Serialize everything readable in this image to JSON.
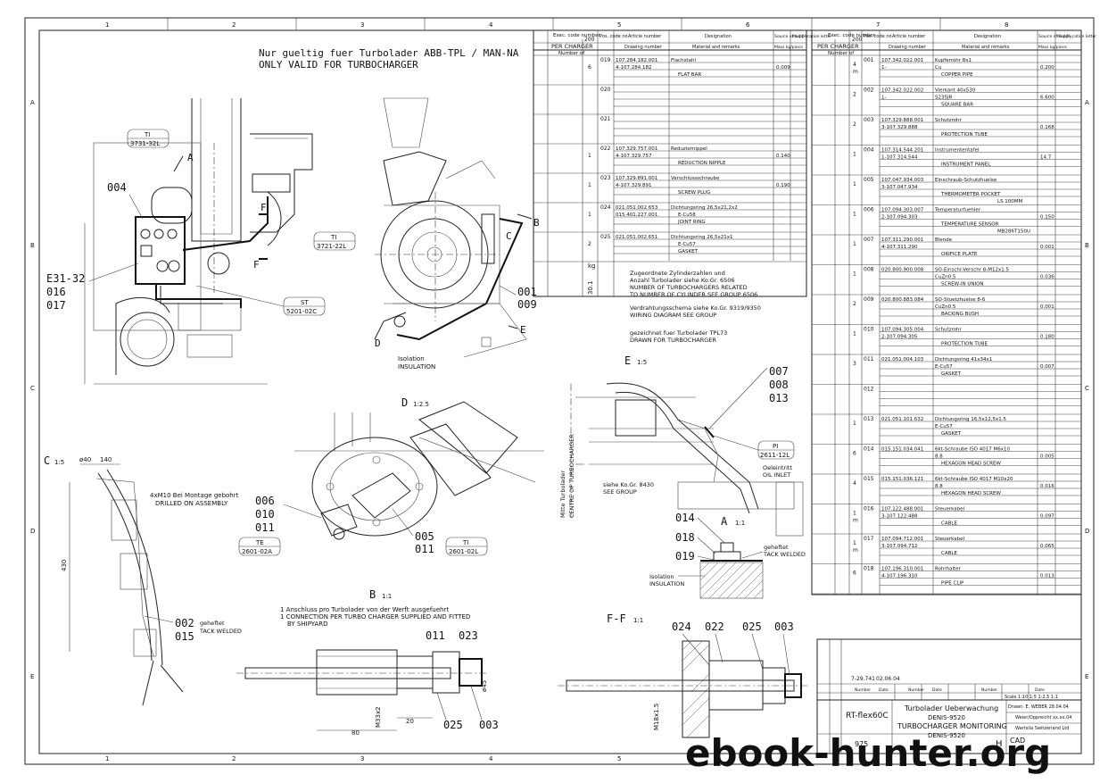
{
  "sheet": {
    "zones_top": [
      "1",
      "2",
      "3",
      "4",
      "5",
      "6",
      "7",
      "8"
    ],
    "zones_side": [
      "A",
      "B",
      "C",
      "D",
      "E"
    ]
  },
  "main_drawing": {
    "title_de": "Nur gueltig fuer Turbolader ABB-TPL / MAN-NA",
    "title_en": "ONLY VALID FOR TURBOCHARGER",
    "label_004": "004",
    "labels_left": [
      "E31-32",
      "016",
      "017"
    ],
    "ti_tag_1": [
      "TI",
      "3731-32L"
    ],
    "ti_tag_2": [
      "TI",
      "3721-22L"
    ],
    "st_tag": [
      "ST",
      "5201-02C"
    ],
    "marker_A": "A",
    "marker_F": "F",
    "marker_B": "B",
    "marker_C": "C",
    "marker_D": "D",
    "marker_E": "E",
    "labels_right": [
      "001",
      "009"
    ],
    "insulation": [
      "Isolation",
      "INSULATION"
    ]
  },
  "detail_C": {
    "title": "C",
    "scale": "1:5",
    "dims": [
      "140",
      "ø40",
      "430"
    ],
    "note_de": "4xM10 Bei Montage gebohrt",
    "note_en": "DRILLED ON ASSEMBLY",
    "labels": [
      "002",
      "015"
    ],
    "tack_de": "geheftet",
    "tack_en": "TACK WELDED"
  },
  "detail_D": {
    "title": "D",
    "scale": "1:2.5",
    "labels_left": [
      "006",
      "010",
      "011"
    ],
    "labels_right": [
      "005",
      "011"
    ],
    "te_tag": [
      "TE",
      "2601-02A"
    ],
    "ti_tag": [
      "TI",
      "2601-02L"
    ]
  },
  "detail_E": {
    "title": "E",
    "scale": "1:5",
    "labels": [
      "007",
      "008",
      "013"
    ],
    "pi_tag": [
      "PI",
      "2611-12L"
    ],
    "oil_de": "Oeleintritt",
    "oil_en": "OIL INLET",
    "ref_de": "siehe Ko.Gr. 8430",
    "ref_en": "SEE GROUP",
    "center_de": "Mitte Turbolader",
    "center_en": "CENTRE OF TURBOCHARGER"
  },
  "detail_A": {
    "title": "A",
    "scale": "1:1",
    "labels": [
      "014",
      "018",
      "019"
    ],
    "tack_de": "geheftet",
    "tack_en": "TACK WELDED",
    "insulation": [
      "Isolation",
      "INSULATION"
    ]
  },
  "detail_B": {
    "title": "B",
    "scale": "1:1",
    "note1": "1 Anschluss pro Turbolader von der Werft ausgefuehrt",
    "note2": "1 CONNECTION PER TURBO CHARGER SUPPLIED AND FITTED",
    "note3": "BY SHIPYARD",
    "labels_top": [
      "011",
      "023"
    ],
    "labels_bottom": [
      "025",
      "003"
    ],
    "dims": [
      "80",
      "20",
      "M33x2",
      "ø45"
    ]
  },
  "detail_F": {
    "title": "F-F",
    "scale": "1:1",
    "labels": [
      "024",
      "022",
      "025",
      "003"
    ],
    "dim": "M18x1.5"
  },
  "notes_mid": {
    "n1": "Zugeordnete Zylinderzahlen und",
    "n2": "Anzahl Turbolader siehe Ko.Gr. 6506",
    "n3": "NUMBER OF TURBOCHARGERS RELATED",
    "n4": "TO NUMBER OF CYLINDER SEE GROUP 6506",
    "n5": "Verdrahtungsschema siehe Ko.Gr. 9319/9350",
    "n6": "WIRING DIAGRAM SEE GROUP",
    "n7": "gezeichnet fuer Turbolader TPL73",
    "n8": "DRAWN FOR TURBOCHARGER",
    "kg": "kg",
    "weight": "30.1"
  },
  "bom_header": {
    "exec": "Exec. code number",
    "num200": "200",
    "per_charger": "PER CHARGER",
    "number_of": "Number of",
    "pos": "Pos. code no",
    "article": "Article number",
    "drawing": "Drawing number",
    "designation": "Designation",
    "material": "Material and remarks",
    "source": "Source of supply",
    "mass": "Mass kg/piece",
    "modif": "Modifi- cation letter"
  },
  "bom_left": [
    {
      "qty": "6",
      "pos": "019",
      "art": "107.284.182.001",
      "drw": "4-107.284.182",
      "des": "Flachstahl",
      "mat": "",
      "rem": "FLAT BAR",
      "mass": "0.009"
    },
    {
      "qty": "",
      "pos": "020",
      "art": "",
      "drw": "",
      "des": "",
      "mat": "",
      "rem": "",
      "mass": ""
    },
    {
      "qty": "",
      "pos": "021",
      "art": "",
      "drw": "",
      "des": "",
      "mat": "",
      "rem": "",
      "mass": ""
    },
    {
      "qty": "1",
      "pos": "022",
      "art": "107.329.757.001",
      "drw": "4-107.329.757",
      "des": "Reduziernippel",
      "mat": "",
      "rem": "REDUCTION NIPPLE",
      "mass": "0.140"
    },
    {
      "qty": "1",
      "pos": "023",
      "art": "107.329.891.001",
      "drw": "4-107.329.891",
      "des": "Verschlussschraube",
      "mat": "",
      "rem": "SCREW PLUG",
      "mass": "0.190"
    },
    {
      "qty": "1",
      "pos": "024",
      "art": "021.051.002.653",
      "drw": "015.401.227.001",
      "des": "Dichtungsring  26,5x21,2x2",
      "mat": "E-Cu58",
      "rem": "JOINT RING",
      "mass": ""
    },
    {
      "qty": "2",
      "pos": "025",
      "art": "021.051.002.651",
      "drw": "",
      "des": "Dichtungsring  26,5x21x1",
      "mat": "E-Cu57",
      "rem": "GASKET",
      "mass": ""
    }
  ],
  "bom_right": [
    {
      "qty": "4",
      "unit": "m",
      "pos": "001",
      "art": "107.342.022.001",
      "drw": "1-",
      "des": "Kupferrohr  8x1",
      "mat": "Cu",
      "rem": "COPPER PIPE",
      "mass": "0.200"
    },
    {
      "qty": "2",
      "unit": "",
      "pos": "002",
      "art": "107.342.022.002",
      "drw": "1-",
      "des": "Vierkant  40x530",
      "mat": "S235JR",
      "rem": "SQUARE BAR",
      "mass": "6.600"
    },
    {
      "qty": "2",
      "unit": "",
      "pos": "003",
      "art": "107.329.888.001",
      "drw": "3-107.329.888",
      "des": "Schutzrohr",
      "mat": "",
      "rem": "PROTECTION TUBE",
      "mass": "0.168"
    },
    {
      "qty": "1",
      "unit": "",
      "pos": "004",
      "art": "107.314.544.201",
      "drw": "1-107.314.544",
      "des": "Instrumententafel",
      "mat": "",
      "rem": "INSTRUMENT PANEL",
      "mass": "14.7"
    },
    {
      "qty": "1",
      "unit": "",
      "pos": "005",
      "art": "107.047.934.003",
      "drw": "3-107.047.934",
      "des": "Einschraub-Schutzhuelse",
      "mat": "",
      "rem": "THERMOMETER POCKET",
      "mass": "",
      "extra": "LS 100MM"
    },
    {
      "qty": "1",
      "unit": "",
      "pos": "006",
      "art": "107.094.303.007",
      "drw": "2-107.094.303",
      "des": "Temperaturfuehler",
      "mat": "",
      "rem": "TEMPERATURE SENSOR",
      "mass": "0.150",
      "extra": "MB286T150U"
    },
    {
      "qty": "1",
      "unit": "",
      "pos": "007",
      "art": "107.311.290.001",
      "drw": "4-107.311.290",
      "des": "Blende",
      "mat": "",
      "rem": "ORIFICE PLATE",
      "mass": "0.001"
    },
    {
      "qty": "1",
      "unit": "",
      "pos": "008",
      "art": "020.800.900.008",
      "drw": "",
      "des": "SO-Einschr-Verschr  8-M12x1.5",
      "mat": "CuZn0.5",
      "rem": "SCREW-IN UNION",
      "mass": "0.036"
    },
    {
      "qty": "2",
      "unit": "",
      "pos": "009",
      "art": "020.800.883.084",
      "drw": "",
      "des": "SO-Stuetzhuelse  8-6",
      "mat": "CuZn0.5",
      "rem": "BACKING BUSH",
      "mass": "0.001"
    },
    {
      "qty": "1",
      "unit": "",
      "pos": "010",
      "art": "107.094.305.004",
      "drw": "2-107.094.305",
      "des": "Schutzrohr",
      "mat": "",
      "rem": "PROTECTION TUBE",
      "mass": "0.180"
    },
    {
      "qty": "3",
      "unit": "",
      "pos": "011",
      "art": "021.051.004.103",
      "drw": "",
      "des": "Dichtungsring  41x34x1",
      "mat": "E-Cu57",
      "rem": "GASKET",
      "mass": "0.007"
    },
    {
      "qty": "",
      "unit": "",
      "pos": "012",
      "art": "",
      "drw": "",
      "des": "",
      "mat": "",
      "rem": "",
      "mass": ""
    },
    {
      "qty": "1",
      "unit": "",
      "pos": "013",
      "art": "021.051.101.632",
      "drw": "",
      "des": "Dichtungsring  16,5x12,5x1.5",
      "mat": "E-Cu57",
      "rem": "GASKET",
      "mass": ""
    },
    {
      "qty": "6",
      "unit": "",
      "pos": "014",
      "art": "015.151.034.041",
      "drw": "",
      "des": "6kt-Schraube  ISO 4017  M6x10",
      "mat": "8.8",
      "rem": "HEXAGON HEAD SCREW",
      "mass": "0.005"
    },
    {
      "qty": "4",
      "unit": "",
      "pos": "015",
      "art": "015.151.036.121",
      "drw": "",
      "des": "6kt-Schraube  ISO 4017  M10x20",
      "mat": "8.8",
      "rem": "HEXAGON HEAD SCREW",
      "mass": "0.016"
    },
    {
      "qty": "1",
      "unit": "m",
      "pos": "016",
      "art": "107.122.488.001",
      "drw": "3-107.122.488",
      "des": "Steuerkabel",
      "mat": "",
      "rem": "CABLE",
      "mass": "0.097"
    },
    {
      "qty": "1",
      "unit": "m",
      "pos": "017",
      "art": "107.094.712.001",
      "drw": "3-107.094.712",
      "des": "Steuerkabel",
      "mat": "",
      "rem": "CABLE",
      "mass": "0.065"
    },
    {
      "qty": "6",
      "unit": "",
      "pos": "018",
      "art": "107.196.310.001",
      "drw": "4-107.196.310",
      "des": "Rohrhalter",
      "mat": "",
      "rem": "PIPE CLIP",
      "mass": "0.013"
    }
  ],
  "title_block": {
    "rev1": "7-29.741",
    "rev1_date": "02.06.04",
    "cols": [
      "Number",
      "Date",
      "Number",
      "Date",
      "Number",
      "Date"
    ],
    "scale_label": "Scale 1:10  1:5  1:2.5  1:1",
    "drawn": "Drawn: E. WEBER 28.04.04",
    "checked": "Weier/Oppreicht  xx.xx.04",
    "company": "Wartsila Switzerland Ltd",
    "engine": "RT-flex60C",
    "title_de": "Turbolader Ueberwachung",
    "title_de2": "DENIS-9520",
    "title_en": "TURBOCHARGER MONITORING",
    "title_en2": "DENIS-9520",
    "cad": "CAD",
    "doc_prefix": "975",
    "sheet_letter": "H"
  },
  "watermark": "ebook-hunter.org"
}
